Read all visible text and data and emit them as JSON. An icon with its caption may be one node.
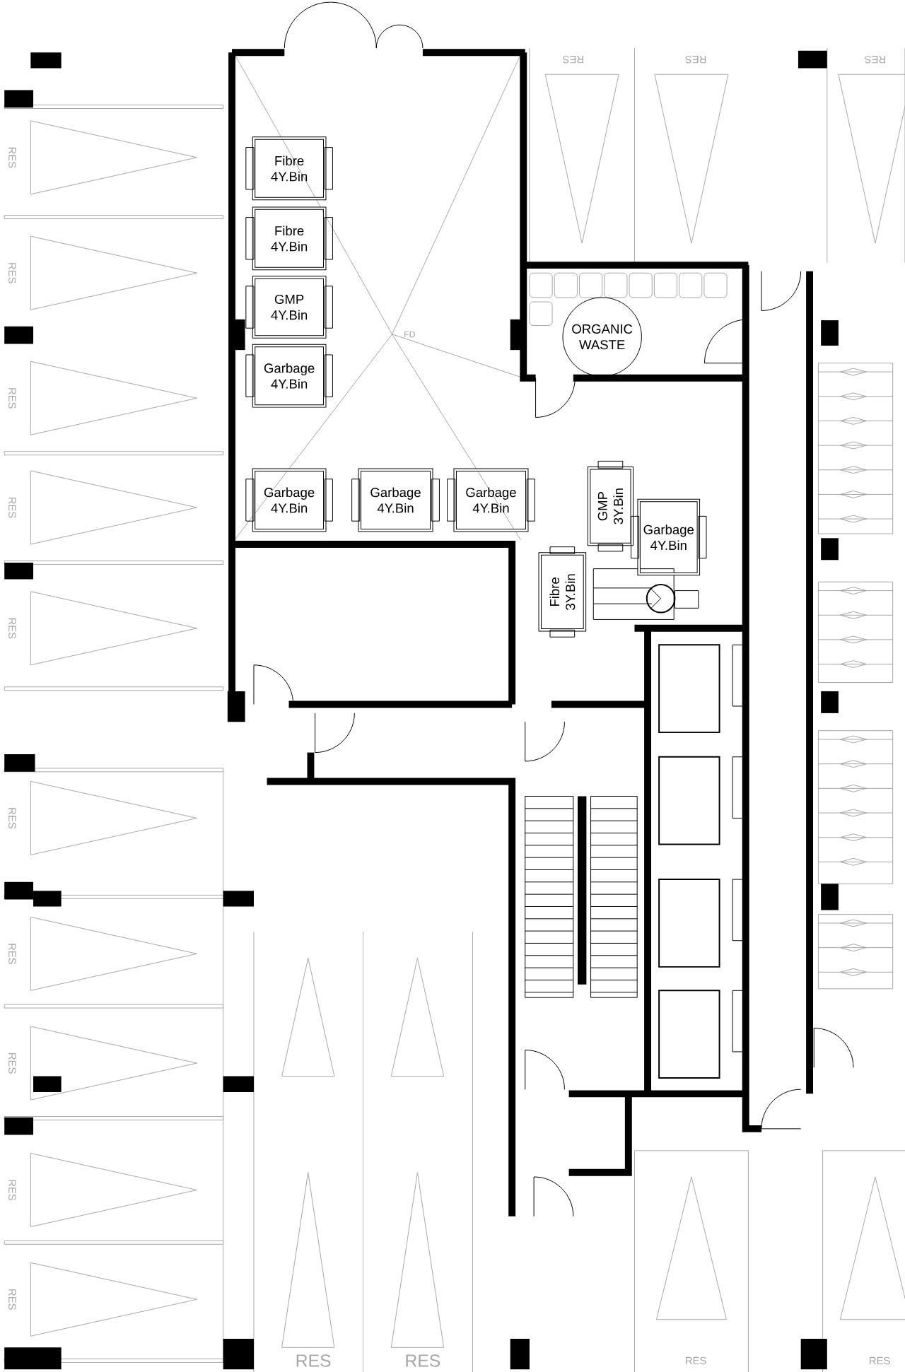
{
  "diagram": {
    "nodes": [
      {
        "text": [
          "Fibre 4Y.Bin"
        ]
      },
      {
        "text": [
          "Fibre 4Y.Bin"
        ]
      },
      {
        "text": [
          "GMP 4Y.Bin"
        ]
      },
      {
        "text": [
          "Garbage 4Y.Bin"
        ]
      },
      {
        "text": [
          "Garbage 4Y.Bin"
        ]
      },
      {
        "text": [
          "Garbage 4Y.Bin"
        ]
      },
      {
        "text": [
          "Garbage 4Y.Bin"
        ]
      },
      {
        "text": [
          "GMP 3Y.Bin"
        ]
      },
      {
        "text": [
          "Garbage 4Y.Bin"
        ]
      },
      {
        "text": [
          "Fibre 3Y.Bin"
        ]
      },
      {
        "text": [
          "ORGANIC WASTE"
        ]
      }
    ],
    "labels": [
      "RES",
      "RES",
      "RES",
      "RES",
      "RES",
      "FD",
      "RES",
      "RES",
      "RES",
      "RES",
      "RES",
      "RES",
      "RES",
      "RES",
      "RES",
      "RES",
      "RES",
      "RES"
    ]
  }
}
